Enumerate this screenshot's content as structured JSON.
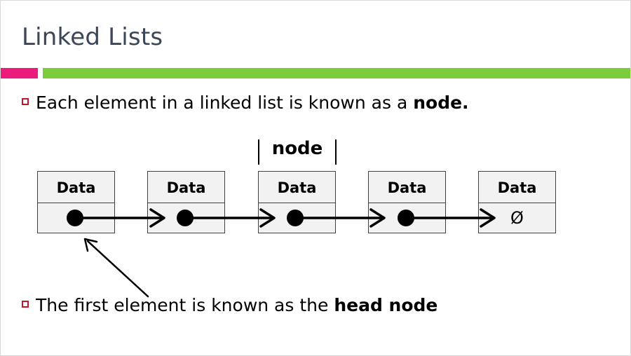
{
  "slide": {
    "title": "Linked Lists",
    "accent_colors": {
      "pink": "#ec1c7c",
      "green": "#7ccc3c"
    },
    "bullets": [
      {
        "icon": "square-bullet-icon",
        "text": "Each element in a linked list is known as a ",
        "emphasis": "node."
      },
      {
        "icon": "square-bullet-icon",
        "text": "The first element is known as the ",
        "emphasis": "head node"
      }
    ]
  },
  "diagram": {
    "node_label": "node",
    "nodes": [
      {
        "data_label": "Data",
        "pointer": "dot"
      },
      {
        "data_label": "Data",
        "pointer": "dot"
      },
      {
        "data_label": "Data",
        "pointer": "dot"
      },
      {
        "data_label": "Data",
        "pointer": "dot"
      },
      {
        "data_label": "Data",
        "pointer": "null",
        "null_symbol": "Ø"
      }
    ]
  }
}
